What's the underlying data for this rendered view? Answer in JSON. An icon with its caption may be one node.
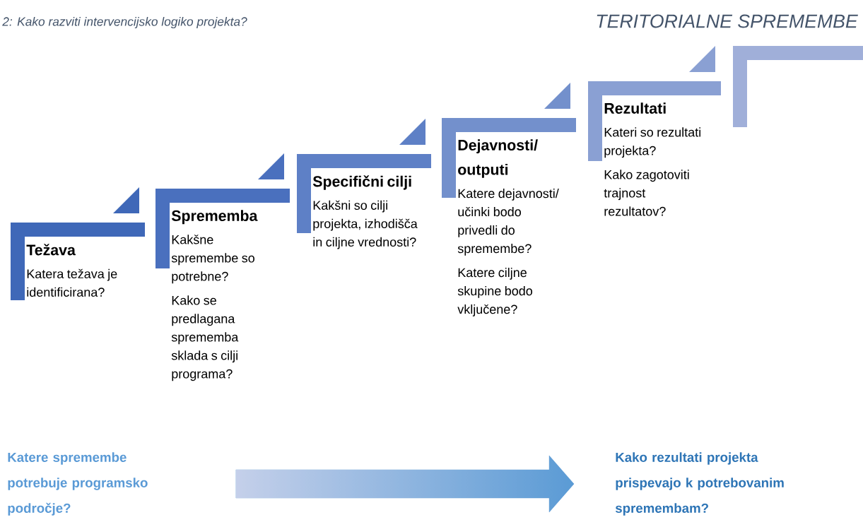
{
  "diagram": {
    "title": "2: Kako razviti intervencijsko logiko projekta?",
    "nodes": [
      {
        "text": [
          "Težava",
          "Katera težava je identificirana?"
        ]
      },
      {
        "text": [
          "Sprememba",
          "Kakšne spremembe so potrebne?",
          "Kako se predlagana sprememba sklada s cilji programa?"
        ]
      },
      {
        "text": [
          "Specifični cilji",
          "Kakšni so cilji projekta, izhodišča in ciljne vrednosti?"
        ]
      },
      {
        "text": [
          "Dejavnosti/ outputi",
          "Katere dejavnosti/ učinki bodo privedli do spremembe?",
          "Katere ciljne skupine bodo vključene?"
        ]
      },
      {
        "text": [
          "Rezultati",
          "Kateri so rezultati projekta?",
          "Kako zagotoviti trajnost rezultatov?"
        ]
      },
      {
        "text": [],
        "shape": "box"
      },
      {
        "text": [
          "Katere spremembe potrebuje programsko področje?"
        ]
      },
      {
        "text": [
          "Kako rezultati projekta prispevajo k potrebovanim spremembam?"
        ]
      }
    ],
    "edges": [
      {
        "from": 6,
        "to": 7,
        "arrow": "to"
      }
    ],
    "labels": [
      "TERITORIALNE SPREMEMBE"
    ]
  }
}
